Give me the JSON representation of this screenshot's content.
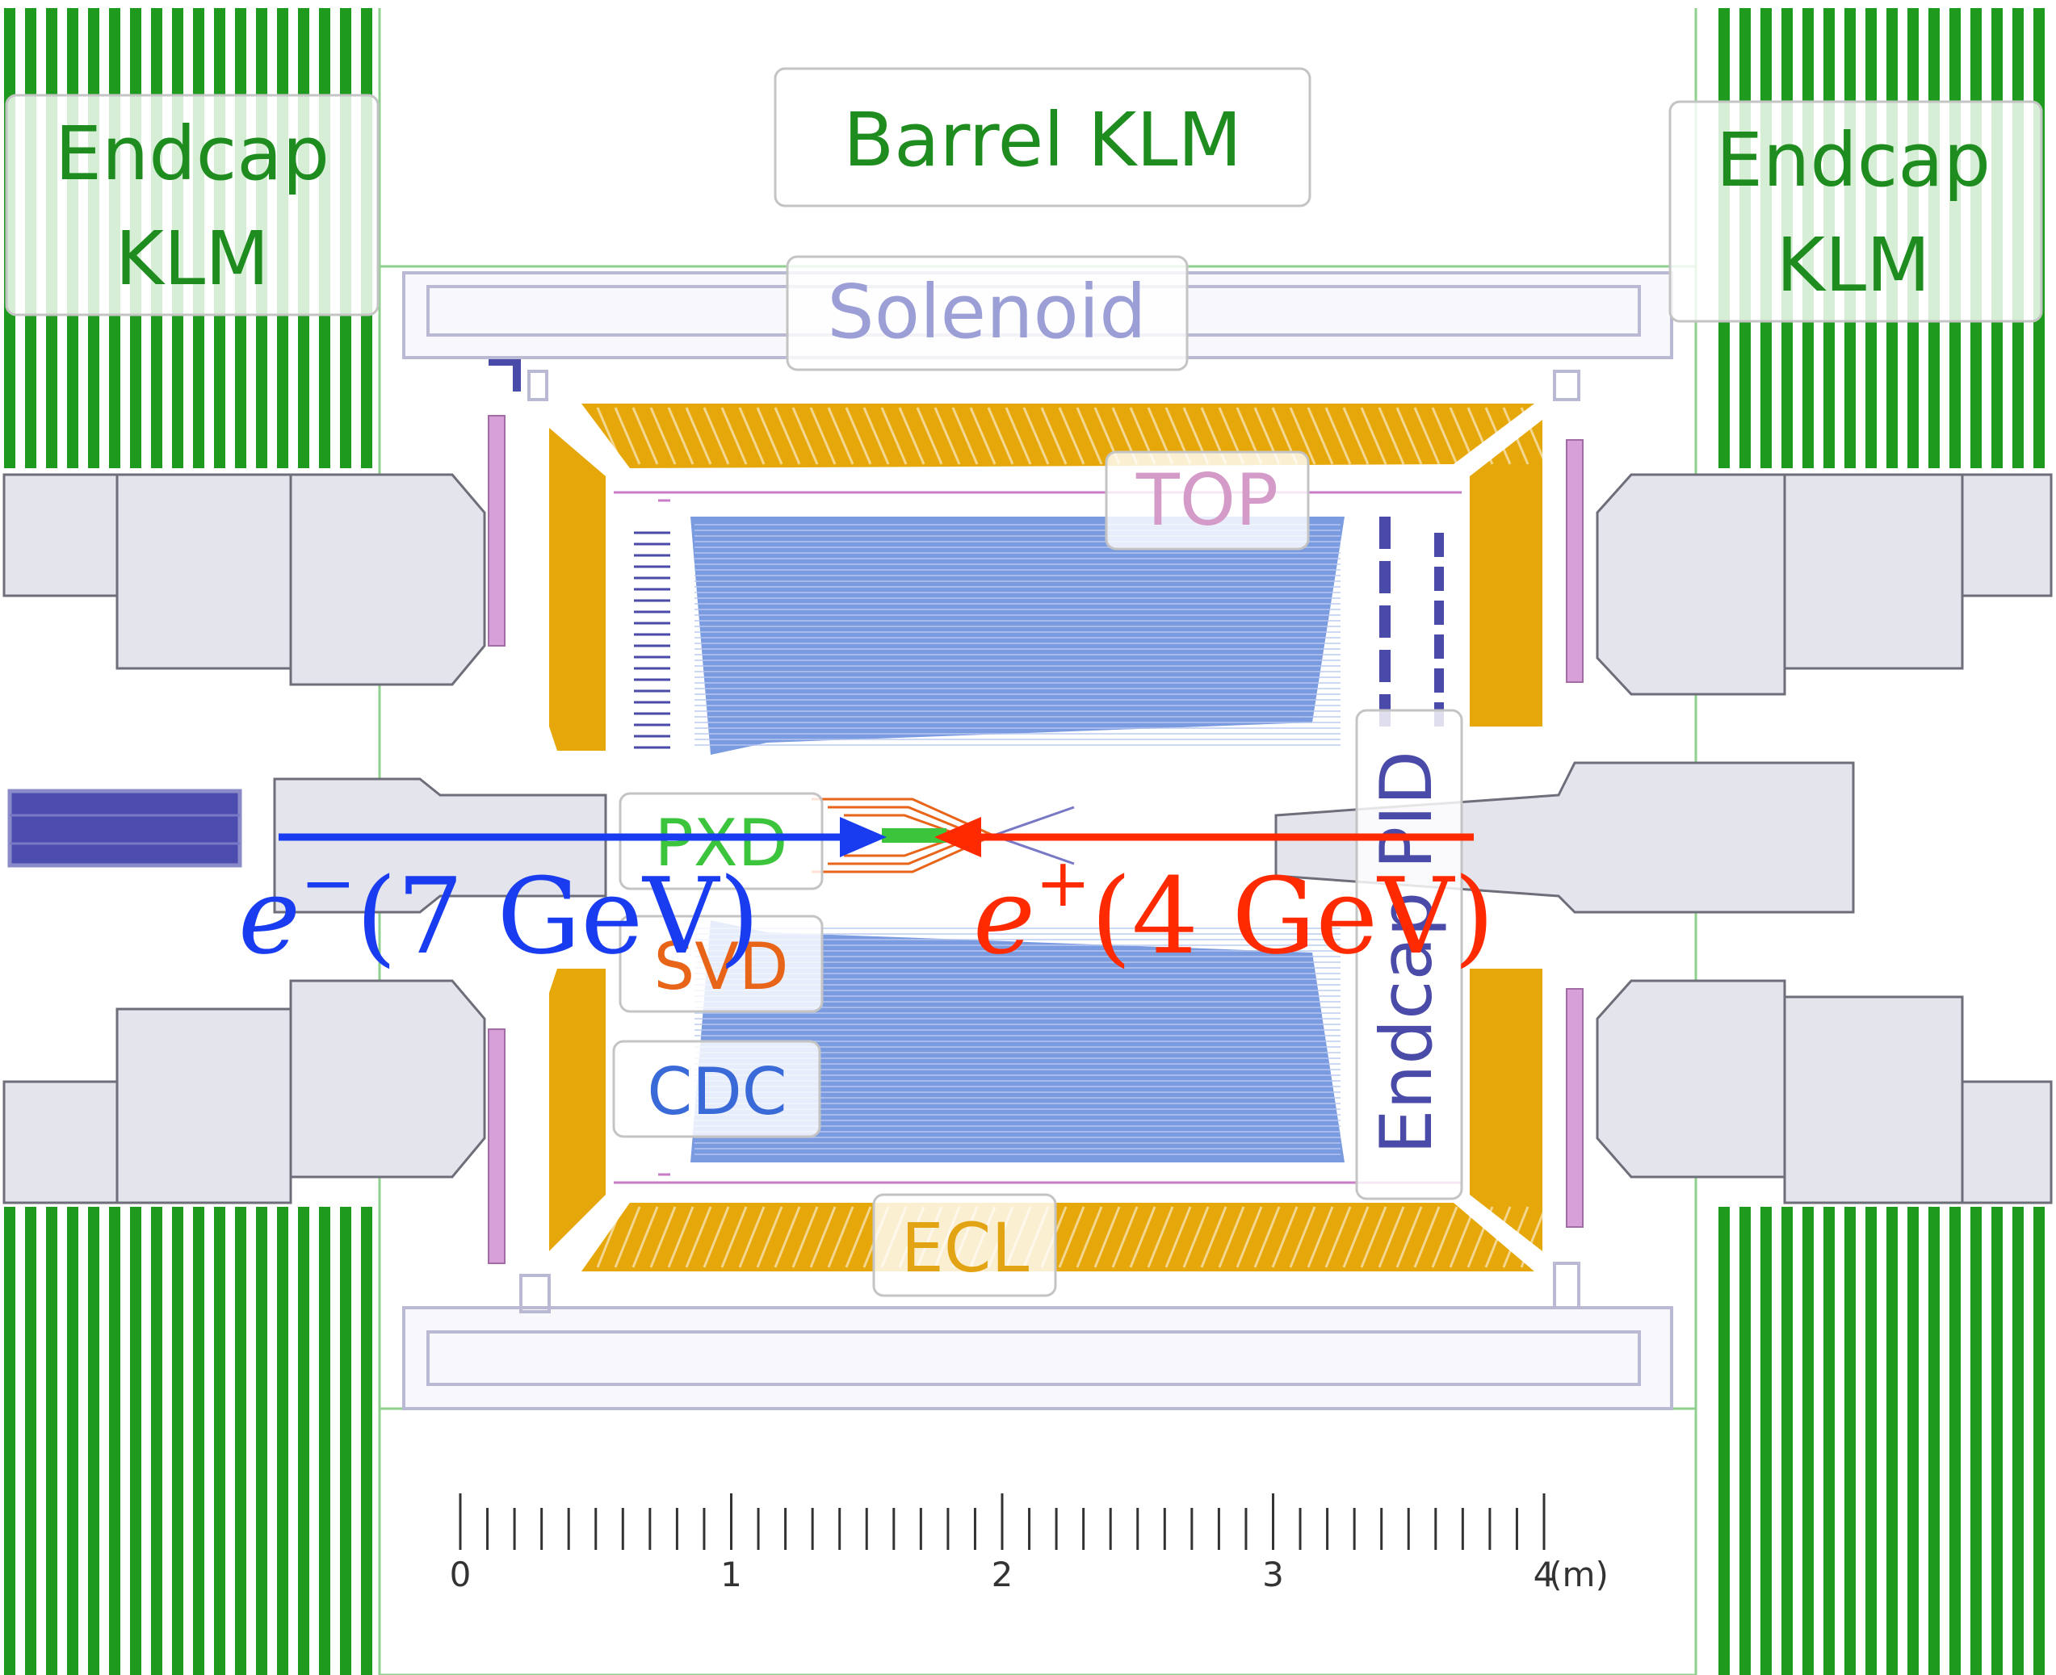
{
  "labels": {
    "barrel_klm": "Barrel KLM",
    "endcap_klm_left_line1": "Endcap",
    "endcap_klm_left_line2": "KLM",
    "endcap_klm_right_line1": "Endcap",
    "endcap_klm_right_line2": "KLM",
    "solenoid": "Solenoid",
    "top": "TOP",
    "endcap_pid": "Endcap PID",
    "pxd": "PXD",
    "svd": "SVD",
    "cdc": "CDC",
    "ecl": "ECL"
  },
  "beams": {
    "electron": {
      "particle": "e",
      "sign": "−",
      "energy": "(7 GeV)",
      "color": "#1a3cf0"
    },
    "positron": {
      "particle": "e",
      "sign": "+",
      "energy": "(4 GeV)",
      "color": "#ff2a00"
    }
  },
  "scale": {
    "ticks": [
      "0",
      "1",
      "2",
      "3",
      "4"
    ],
    "unit": "(m)"
  },
  "colors": {
    "klm": "#1e9a1e",
    "klm_text": "#1e8c1e",
    "ecl": "#e6a70a",
    "cdc": "#7a9be0",
    "solenoid_text": "#9b9fd6",
    "top_text": "#d49ac8",
    "pxd_text": "#3cc43c",
    "svd_text": "#e86418",
    "cdc_text": "#3a6ad8",
    "ecl_text": "#e2a412",
    "pid_text": "#4a4aa8",
    "gray_block": "#e4e4ec"
  }
}
